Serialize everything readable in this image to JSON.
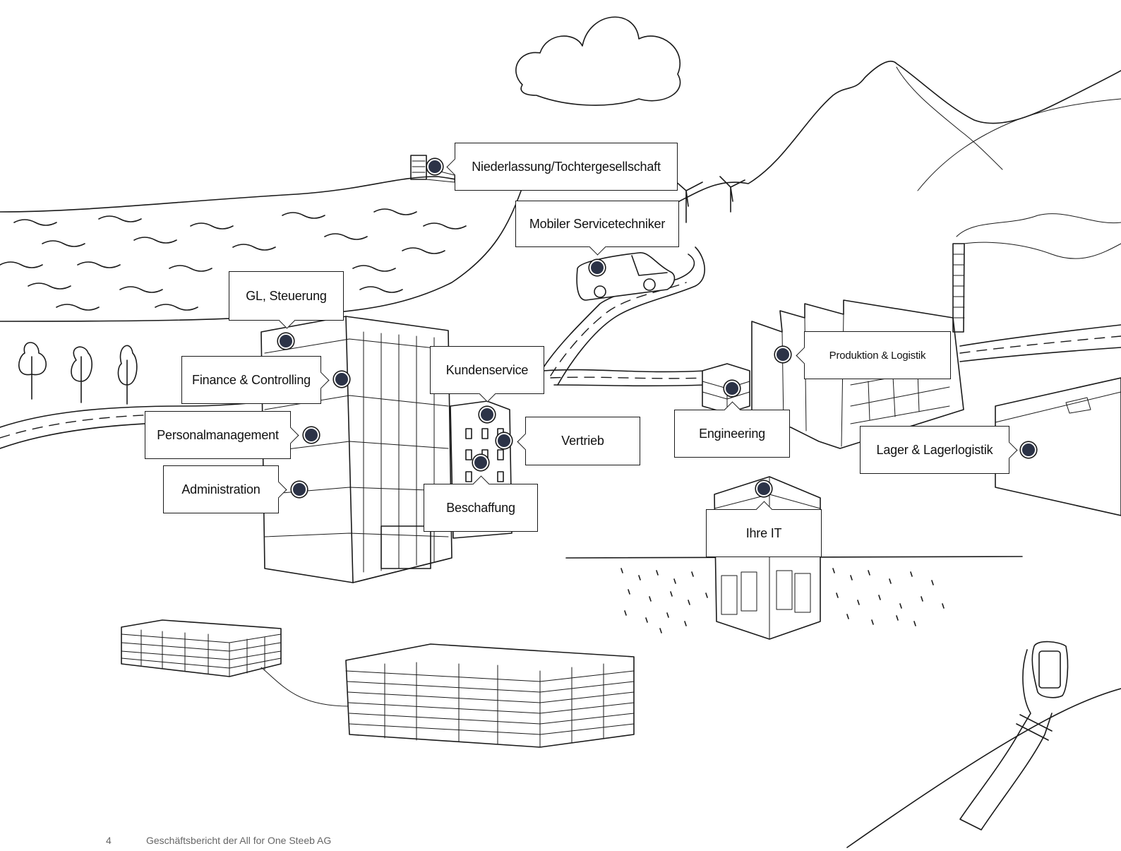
{
  "locations": {
    "niederlassung": "Niederlassung/Tochtergesellschaft",
    "mobiler_service": "Mobiler Servicetechniker",
    "gl_steuerung": "GL, Steuerung",
    "finance": "Finance & Controlling",
    "personal": "Personalmanagement",
    "administration": "Administration",
    "kundenservice": "Kundenservice",
    "vertrieb": "Vertrieb",
    "beschaffung": "Beschaffung",
    "engineering": "Engineering",
    "produktion": "Produktion & Logistik",
    "lager": "Lager & Lagerlogistik",
    "ihre_it": "Ihre IT"
  },
  "footer": {
    "page_number": "4",
    "report_title": "Geschäftsbericht der All for One Steeb AG"
  },
  "colors": {
    "pin": "#2c3347",
    "line": "#1a1a1a"
  }
}
